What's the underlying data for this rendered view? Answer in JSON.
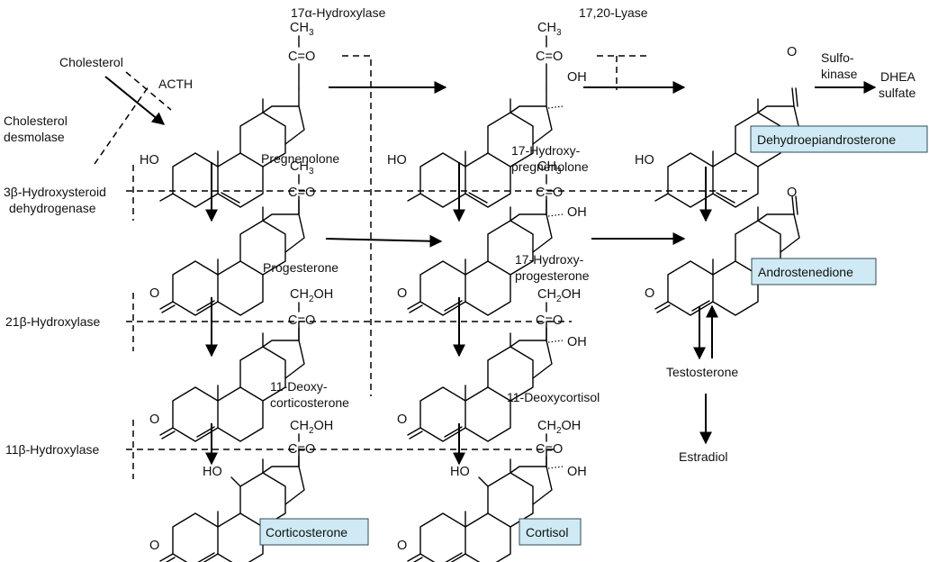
{
  "enzymes": {
    "hydroxylase17a": "17α-Hydroxylase",
    "lyase1720": "17,20-Lyase",
    "hsd3b": [
      "3β-Hydroxysteroid",
      "dehydrogenase"
    ],
    "hydroxylase21b": "21β-Hydroxylase",
    "hydroxylase11b": "11β-Hydroxylase",
    "desmolase": [
      "Cholesterol",
      "desmolase"
    ],
    "sulfokinase": [
      "Sulfo-",
      "kinase"
    ]
  },
  "inputs": {
    "cholesterol": "Cholesterol",
    "acth": "ACTH"
  },
  "compounds": {
    "pregnenolone": "Pregnenolone",
    "hydroxypregnenolone": [
      "17-Hydroxy-",
      "pregnenolone"
    ],
    "dhea": "Dehydroepiandrosterone",
    "dhea_sulfate": [
      "DHEA",
      "sulfate"
    ],
    "progesterone": "Progesterone",
    "hydroxyprogesterone": [
      "17-Hydroxy-",
      "progesterone"
    ],
    "androstenedione": "Androstenedione",
    "deoxycorticosterone": [
      "11-Deoxy-",
      "corticosterone"
    ],
    "deoxycortisol": "11-Deoxycortisol",
    "testosterone": "Testosterone",
    "estradiol": "Estradiol",
    "corticosterone": "Corticosterone",
    "cortisol": "Cortisol"
  },
  "groups": {
    "ch3": "CH",
    "ch3_sub": "3",
    "co": "C=O",
    "ch2oh": "CH",
    "ch2oh_sub": "2",
    "ch2oh_tail": "OH",
    "oh": "OH",
    "ho": "HO",
    "o": "O"
  },
  "colors": {
    "highlight_fill": "#cfeaf4",
    "highlight_border": "#2f4a55"
  }
}
